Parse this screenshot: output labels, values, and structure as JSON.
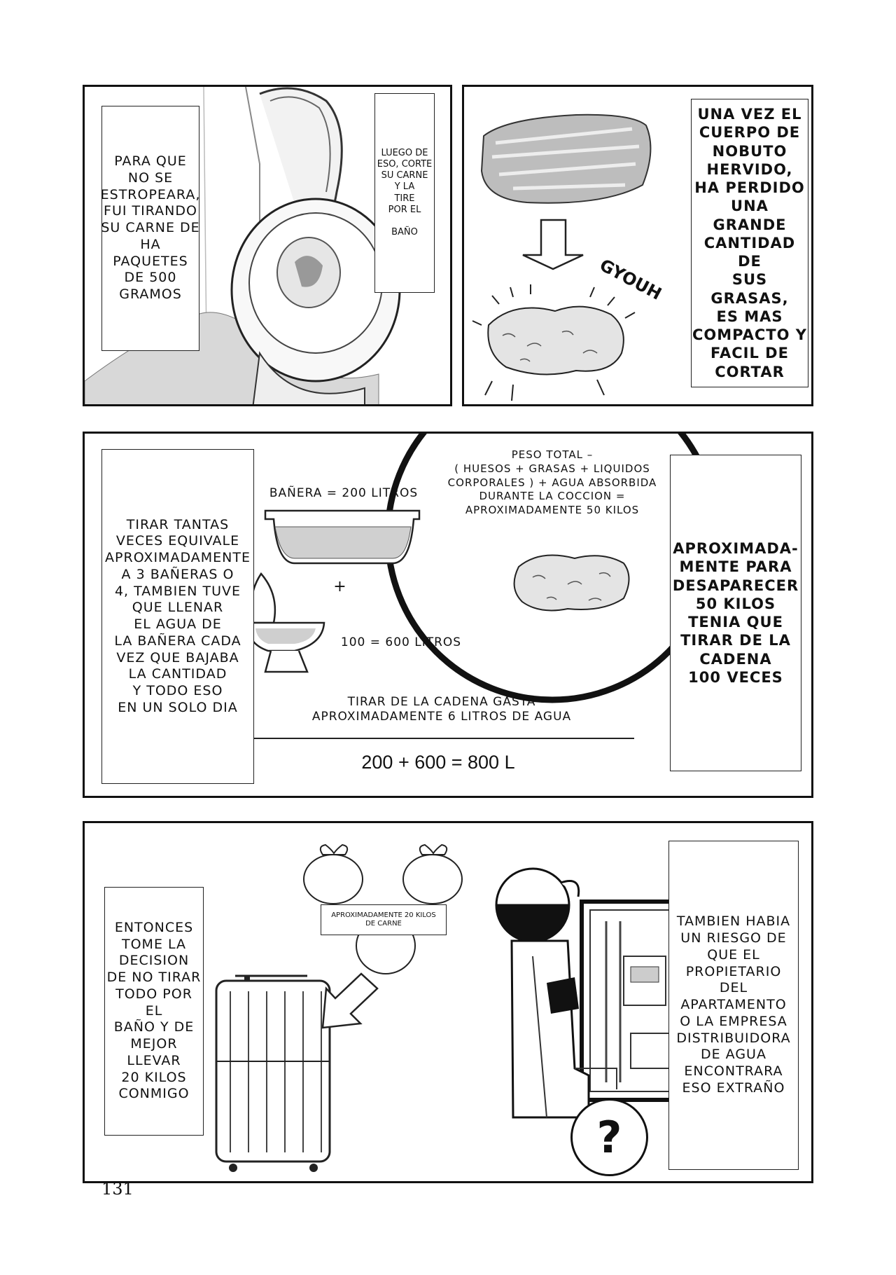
{
  "page_number": "131",
  "panel1": {
    "left_caption": "PARA QUE\nNO SE\nESTROPEARA,\nFUI TIRANDO\nSU CARNE DE\nHA PAQUETES\nDE 500\nGRAMOS",
    "right_caption": "LUEGO DE\nESO, CORTE\nSU CARNE\nY LA\nTIRE\nPOR EL\n\nBAÑO"
  },
  "panel2": {
    "sfx": "GYOUH",
    "caption": "UNA VEZ EL\nCUERPO DE\nNOBUTO\nHERVIDO,\nHA PERDIDO\nUNA GRANDE\nCANTIDAD DE\nSUS GRASAS,\nES MAS\nCOMPACTO Y\nFACIL DE\nCORTAR"
  },
  "panel3": {
    "left_caption": "TIRAR TANTAS\nVECES EQUIVALE\nAPROXIMADAMENTE\nA 3 BAÑERAS O\n4, TAMBIEN TUVE\nQUE LLENAR\nEL AGUA DE\nLA BAÑERA CADA\nVEZ QUE BAJABA\nLA CANTIDAD\nY TODO ESO\nEN UN SOLO DIA",
    "bathtub_label": "BAÑERA = 200 LITROS",
    "plus": "+",
    "toilet_label": "100 = 600 LITROS",
    "weight_note": "PESO TOTAL –\n( HUESOS + GRASAS + LIQUIDOS\nCORPORALES ) + AGUA ABSORBIDA\nDURANTE LA COCCION =\nAPROXIMADAMENTE 50 KILOS",
    "flush_note": "TIRAR DE LA CADENA GASTA\nAPROXIMADAMENTE 6 LITROS DE AGUA",
    "total": "200 + 600 = 800 L",
    "right_caption": "APROXIMADA-\nMENTE PARA\nDESAPARECER\n50 KILOS\nTENIA QUE\nTIRAR DE LA\nCADENA\n100 VECES"
  },
  "panel4": {
    "left_caption": "ENTONCES\nTOME LA\nDECISION\nDE NO TIRAR\nTODO POR EL\nBAÑO Y DE\nMEJOR LLEVAR\n20 KILOS\nCONMIGO",
    "bag_label": "APROXIMADAMENTE 20 KILOS\nDE CARNE",
    "question_mark": "?",
    "right_caption": "TAMBIEN HABIA\nUN RIESGO DE\nQUE EL\nPROPIETARIO\nDEL\nAPARTAMENTO\nO LA EMPRESA\nDISTRIBUIDORA\nDE AGUA\nENCONTRARA\nESO EXTRAÑO"
  }
}
